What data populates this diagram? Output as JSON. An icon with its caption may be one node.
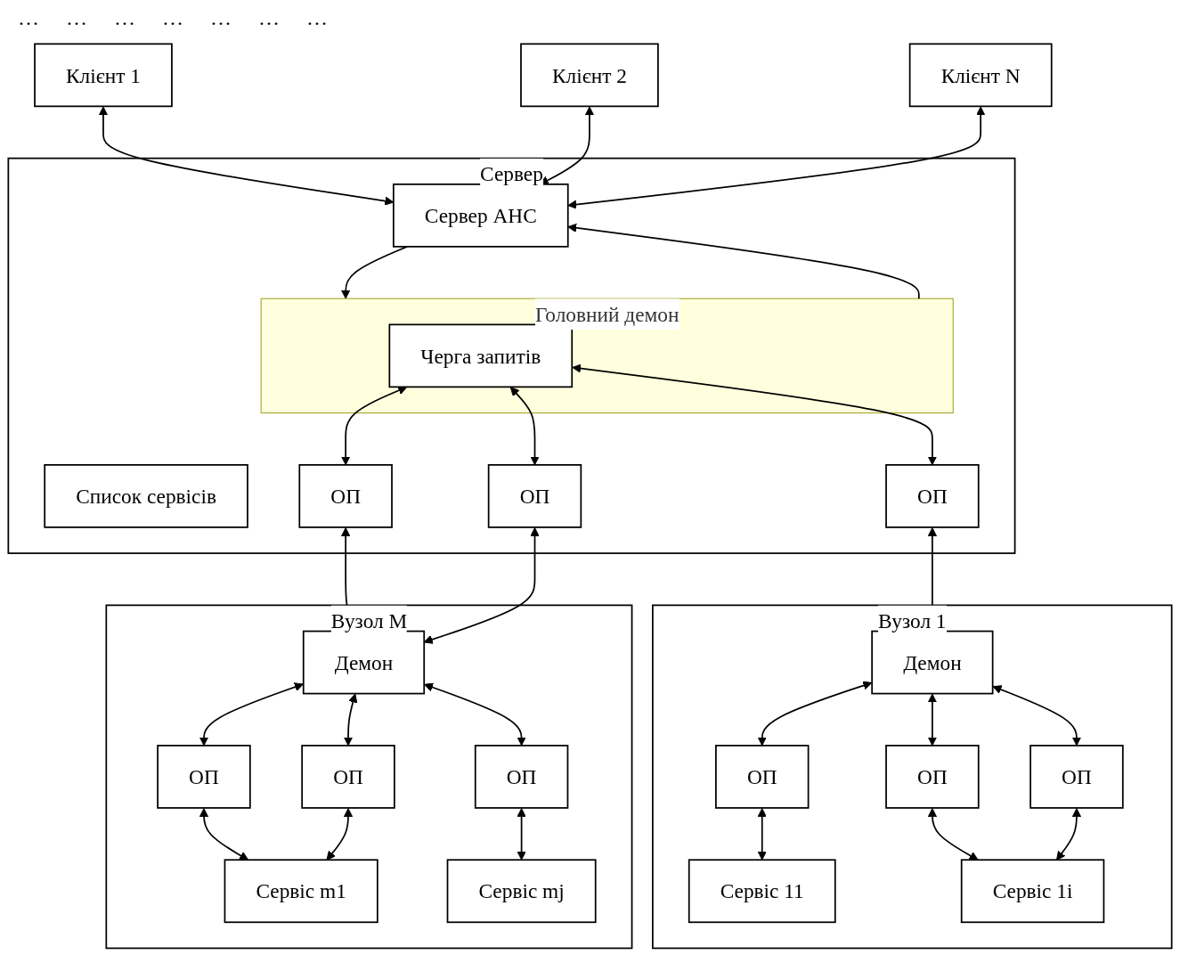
{
  "diagram": {
    "nodes": [
      {
        "text": [
          "Клієнт 1"
        ]
      },
      {
        "text": [
          "Клієнт 2"
        ]
      },
      {
        "text": [
          "Клієнт N"
        ]
      },
      {
        "text": [
          "Сервер"
        ]
      },
      {
        "text": [
          "Сервер АНС"
        ],
        "in": 3
      },
      {
        "text": [
          "Список сервісів"
        ],
        "in": 3
      },
      {
        "text": [
          "Головний демон"
        ],
        "in": 3
      },
      {
        "text": [
          "Черга запитів"
        ],
        "in": 6
      },
      {
        "text": [
          "ОП"
        ],
        "in": 3
      },
      {
        "text": [
          "ОП"
        ],
        "in": 3
      },
      {
        "text": [
          "ОП"
        ],
        "in": 3
      },
      {
        "text": [
          "Вузол 1"
        ]
      },
      {
        "text": [
          "Демон"
        ],
        "in": 11
      },
      {
        "text": [
          "ОП"
        ],
        "in": 11
      },
      {
        "text": [
          "ОП"
        ],
        "in": 11
      },
      {
        "text": [
          "ОП"
        ],
        "in": 11
      },
      {
        "text": [
          "Сервіс 11"
        ],
        "in": 11
      },
      {
        "text": [
          "Сервіс 1i"
        ],
        "in": 11
      },
      {
        "text": [
          "Вузол M"
        ]
      },
      {
        "text": [
          "Демон"
        ],
        "in": 18
      },
      {
        "text": [
          "ОП"
        ],
        "in": 18
      },
      {
        "text": [
          "ОП"
        ],
        "in": 18
      },
      {
        "text": [
          "ОП"
        ],
        "in": 18
      },
      {
        "text": [
          "Сервіс m1"
        ],
        "in": 18
      },
      {
        "text": [
          "Сервіс mj"
        ],
        "in": 18
      }
    ],
    "edges": [
      {
        "from": 0,
        "to": 4,
        "arrow": "both"
      },
      {
        "from": 1,
        "to": 4,
        "arrow": "both"
      },
      {
        "from": 2,
        "to": 4,
        "arrow": "both"
      },
      {
        "from": 4,
        "to": 6,
        "arrow": "to"
      },
      {
        "from": 6,
        "to": 4,
        "arrow": "to"
      },
      {
        "from": 7,
        "to": 8,
        "arrow": "both"
      },
      {
        "from": 7,
        "to": 9,
        "arrow": "both"
      },
      {
        "from": 7,
        "to": 10,
        "arrow": "both"
      },
      {
        "from": 8,
        "to": 12,
        "arrow": "both"
      },
      {
        "from": 9,
        "to": 19,
        "arrow": "both"
      },
      {
        "from": 10,
        "to": 19,
        "arrow": "both"
      },
      {
        "from": 12,
        "to": 13,
        "arrow": "both"
      },
      {
        "from": 12,
        "to": 14,
        "arrow": "both"
      },
      {
        "from": 12,
        "to": 15,
        "arrow": "both"
      },
      {
        "from": 13,
        "to": 16,
        "arrow": "both"
      },
      {
        "from": 14,
        "to": 17,
        "arrow": "both"
      },
      {
        "from": 15,
        "to": 17,
        "arrow": "both"
      },
      {
        "from": 19,
        "to": 20,
        "arrow": "both"
      },
      {
        "from": 19,
        "to": 21,
        "arrow": "both"
      },
      {
        "from": 19,
        "to": 22,
        "arrow": "both"
      },
      {
        "from": 20,
        "to": 23,
        "arrow": "both"
      },
      {
        "from": 21,
        "to": 23,
        "arrow": "both"
      },
      {
        "from": 22,
        "to": 24,
        "arrow": "both"
      }
    ],
    "labels": [
      "…",
      "…",
      "…",
      "…",
      "…",
      "…",
      "…"
    ]
  }
}
